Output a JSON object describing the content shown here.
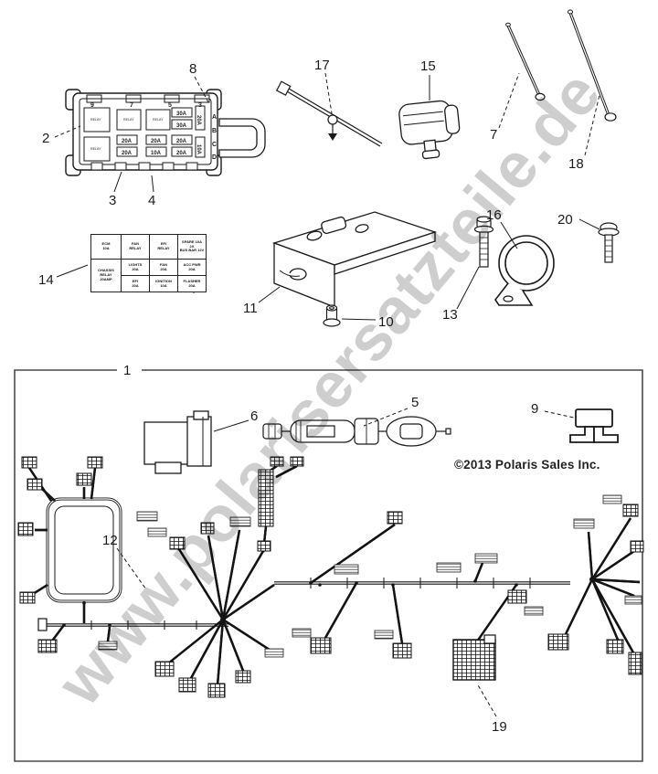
{
  "watermark": {
    "text": "www.polarisersatzteile.de"
  },
  "copyright": "©2013 Polaris Sales Inc.",
  "callouts": {
    "c1": "1",
    "c2": "2",
    "c3": "3",
    "c4": "4",
    "c5": "5",
    "c6": "6",
    "c7": "7",
    "c8": "8",
    "c9": "9",
    "c10": "10",
    "c11": "11",
    "c12": "12",
    "c13": "13",
    "c14": "14",
    "c15": "15",
    "c16": "16",
    "c17": "17",
    "c18": "18",
    "c19": "19",
    "c20": "20"
  },
  "fusebox": {
    "top_pins": [
      "9",
      "7",
      "5",
      "3"
    ],
    "side_pins": [
      "A",
      "B",
      "C",
      "D"
    ],
    "relay_labels": [
      "RELAY",
      "RELAY",
      "RELAY",
      "RELAY"
    ],
    "fuse_values": [
      "30A",
      "30A",
      "20A",
      "20A",
      "20A",
      "20A",
      "10A",
      "20A"
    ],
    "vertical_fuses": [
      "20A",
      "10A"
    ]
  },
  "legend_table": {
    "rows": {
      "r0": [
        "ECM\n10A",
        "FAN\nRELAY",
        "EFI\nRELAY",
        "SPARE 10A\n2X\nBUS BAR 12V"
      ],
      "r1": [
        "CHASSIS\nRELAY\n20AMP",
        "LIGHTS\n20A",
        "FAN\n20A",
        "ACC PWR\n20A"
      ],
      "r2": [
        "EFI\n20A",
        "IGNITION\n10A",
        "FLASHER\n20A"
      ]
    }
  },
  "colors": {
    "line": "#1a1a1a",
    "watermark": "#c6c6c6",
    "box_border": "#4a4a4a"
  }
}
